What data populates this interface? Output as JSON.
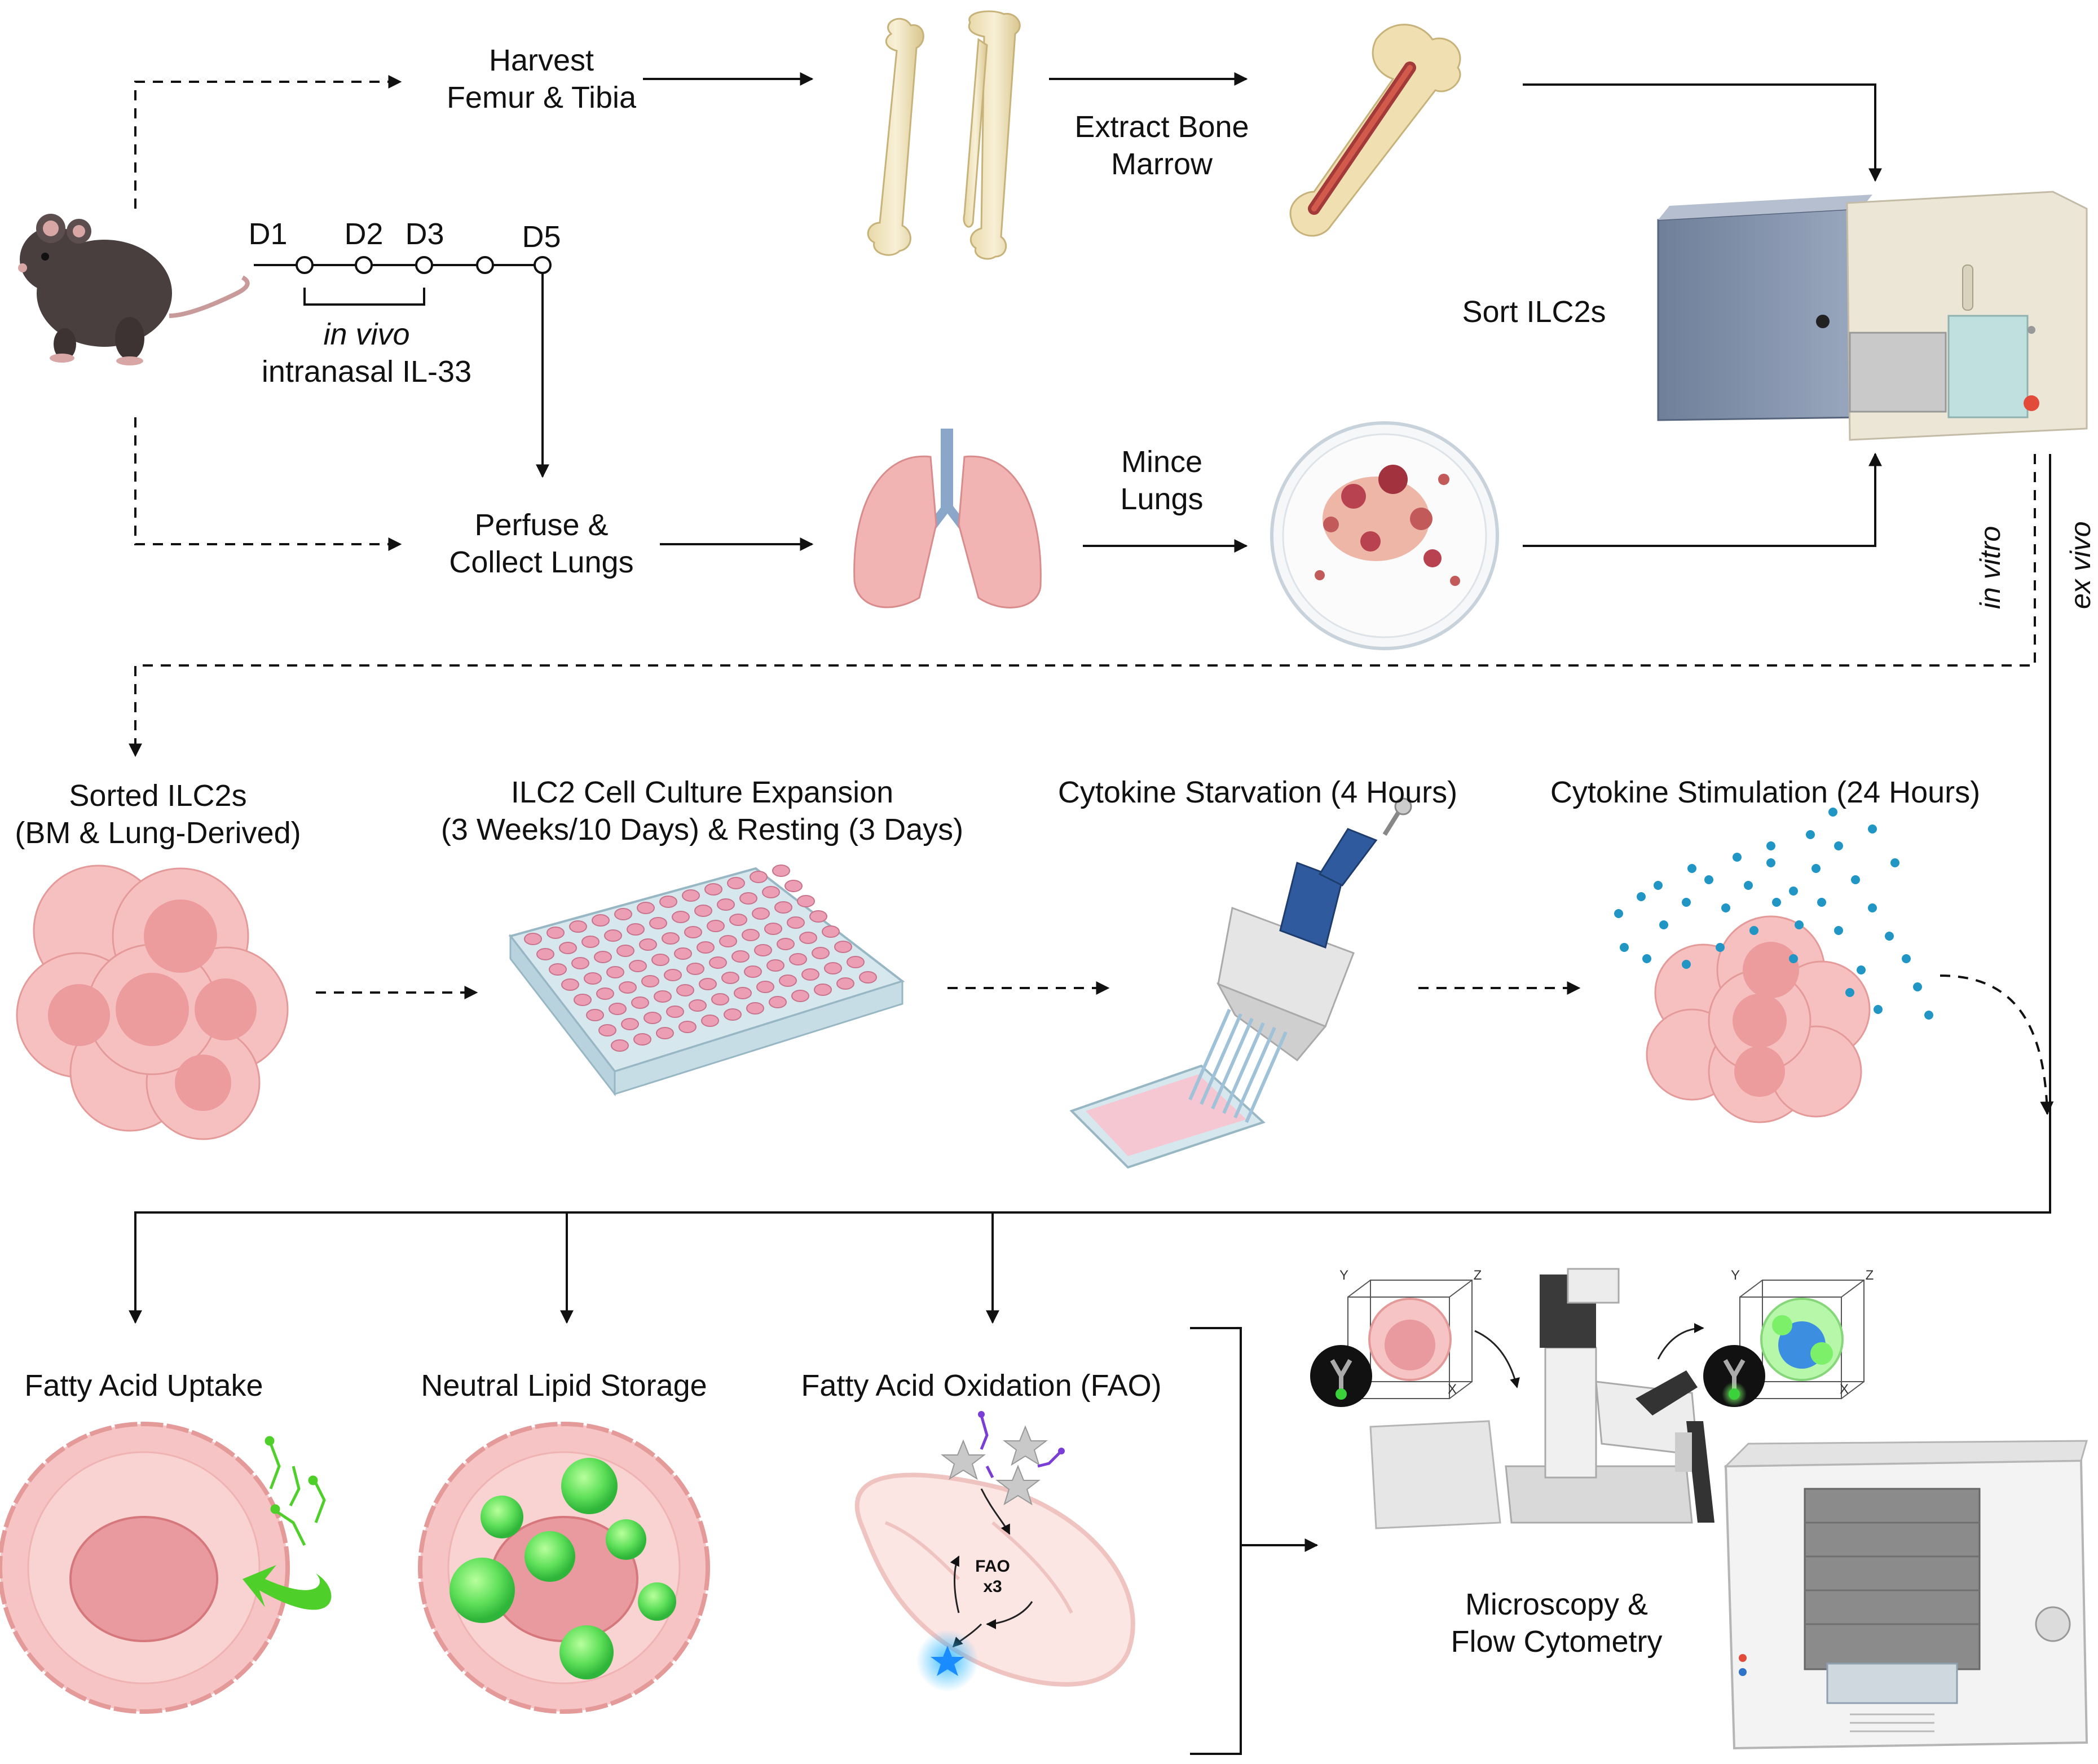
{
  "timeline": {
    "days": [
      "D1",
      "D2",
      "D3",
      "D5"
    ],
    "treatment_italic": "in vivo",
    "treatment": "intranasal IL-33"
  },
  "steps": {
    "harvest": [
      "Harvest",
      "Femur & Tibia"
    ],
    "extract": [
      "Extract Bone",
      "Marrow"
    ],
    "sort": "Sort ILC2s",
    "perfuse": [
      "Perfuse &",
      "Collect Lungs"
    ],
    "mince": [
      "Mince",
      "Lungs"
    ],
    "in_vitro": "in vitro",
    "ex_vivo": "ex vivo",
    "sorted": [
      "Sorted ILC2s",
      "(BM & Lung-Derived)"
    ],
    "expansion": [
      "ILC2 Cell Culture Expansion",
      "(3 Weeks/10 Days) & Resting (3 Days)"
    ],
    "starvation": "Cytokine Starvation (4 Hours)",
    "stimulation": "Cytokine Stimulation (24 Hours)",
    "uptake": "Fatty Acid Uptake",
    "lipid": "Neutral Lipid Storage",
    "fao": "Fatty Acid Oxidation (FAO)",
    "fao_badge": [
      "FAO",
      "x3"
    ],
    "readout": [
      "Microscopy &",
      "Flow Cytometry"
    ]
  },
  "axes_3d": {
    "y": "Y",
    "z": "Z",
    "x": "X"
  },
  "colors": {
    "cell_pink": "#f2a7a8",
    "cell_dark": "#e08c8e",
    "bone": "#f1e6c4",
    "lung": "#f2b3b3",
    "plate": "#d7e7ee",
    "well": "#ec9fb4",
    "pipette_blue": "#2f5b9e",
    "cytokine_dot": "#2196c4",
    "lipid_green": "#5fe05a",
    "machine_blue": "#7b8ca8",
    "machine_beige": "#ece6d6"
  }
}
